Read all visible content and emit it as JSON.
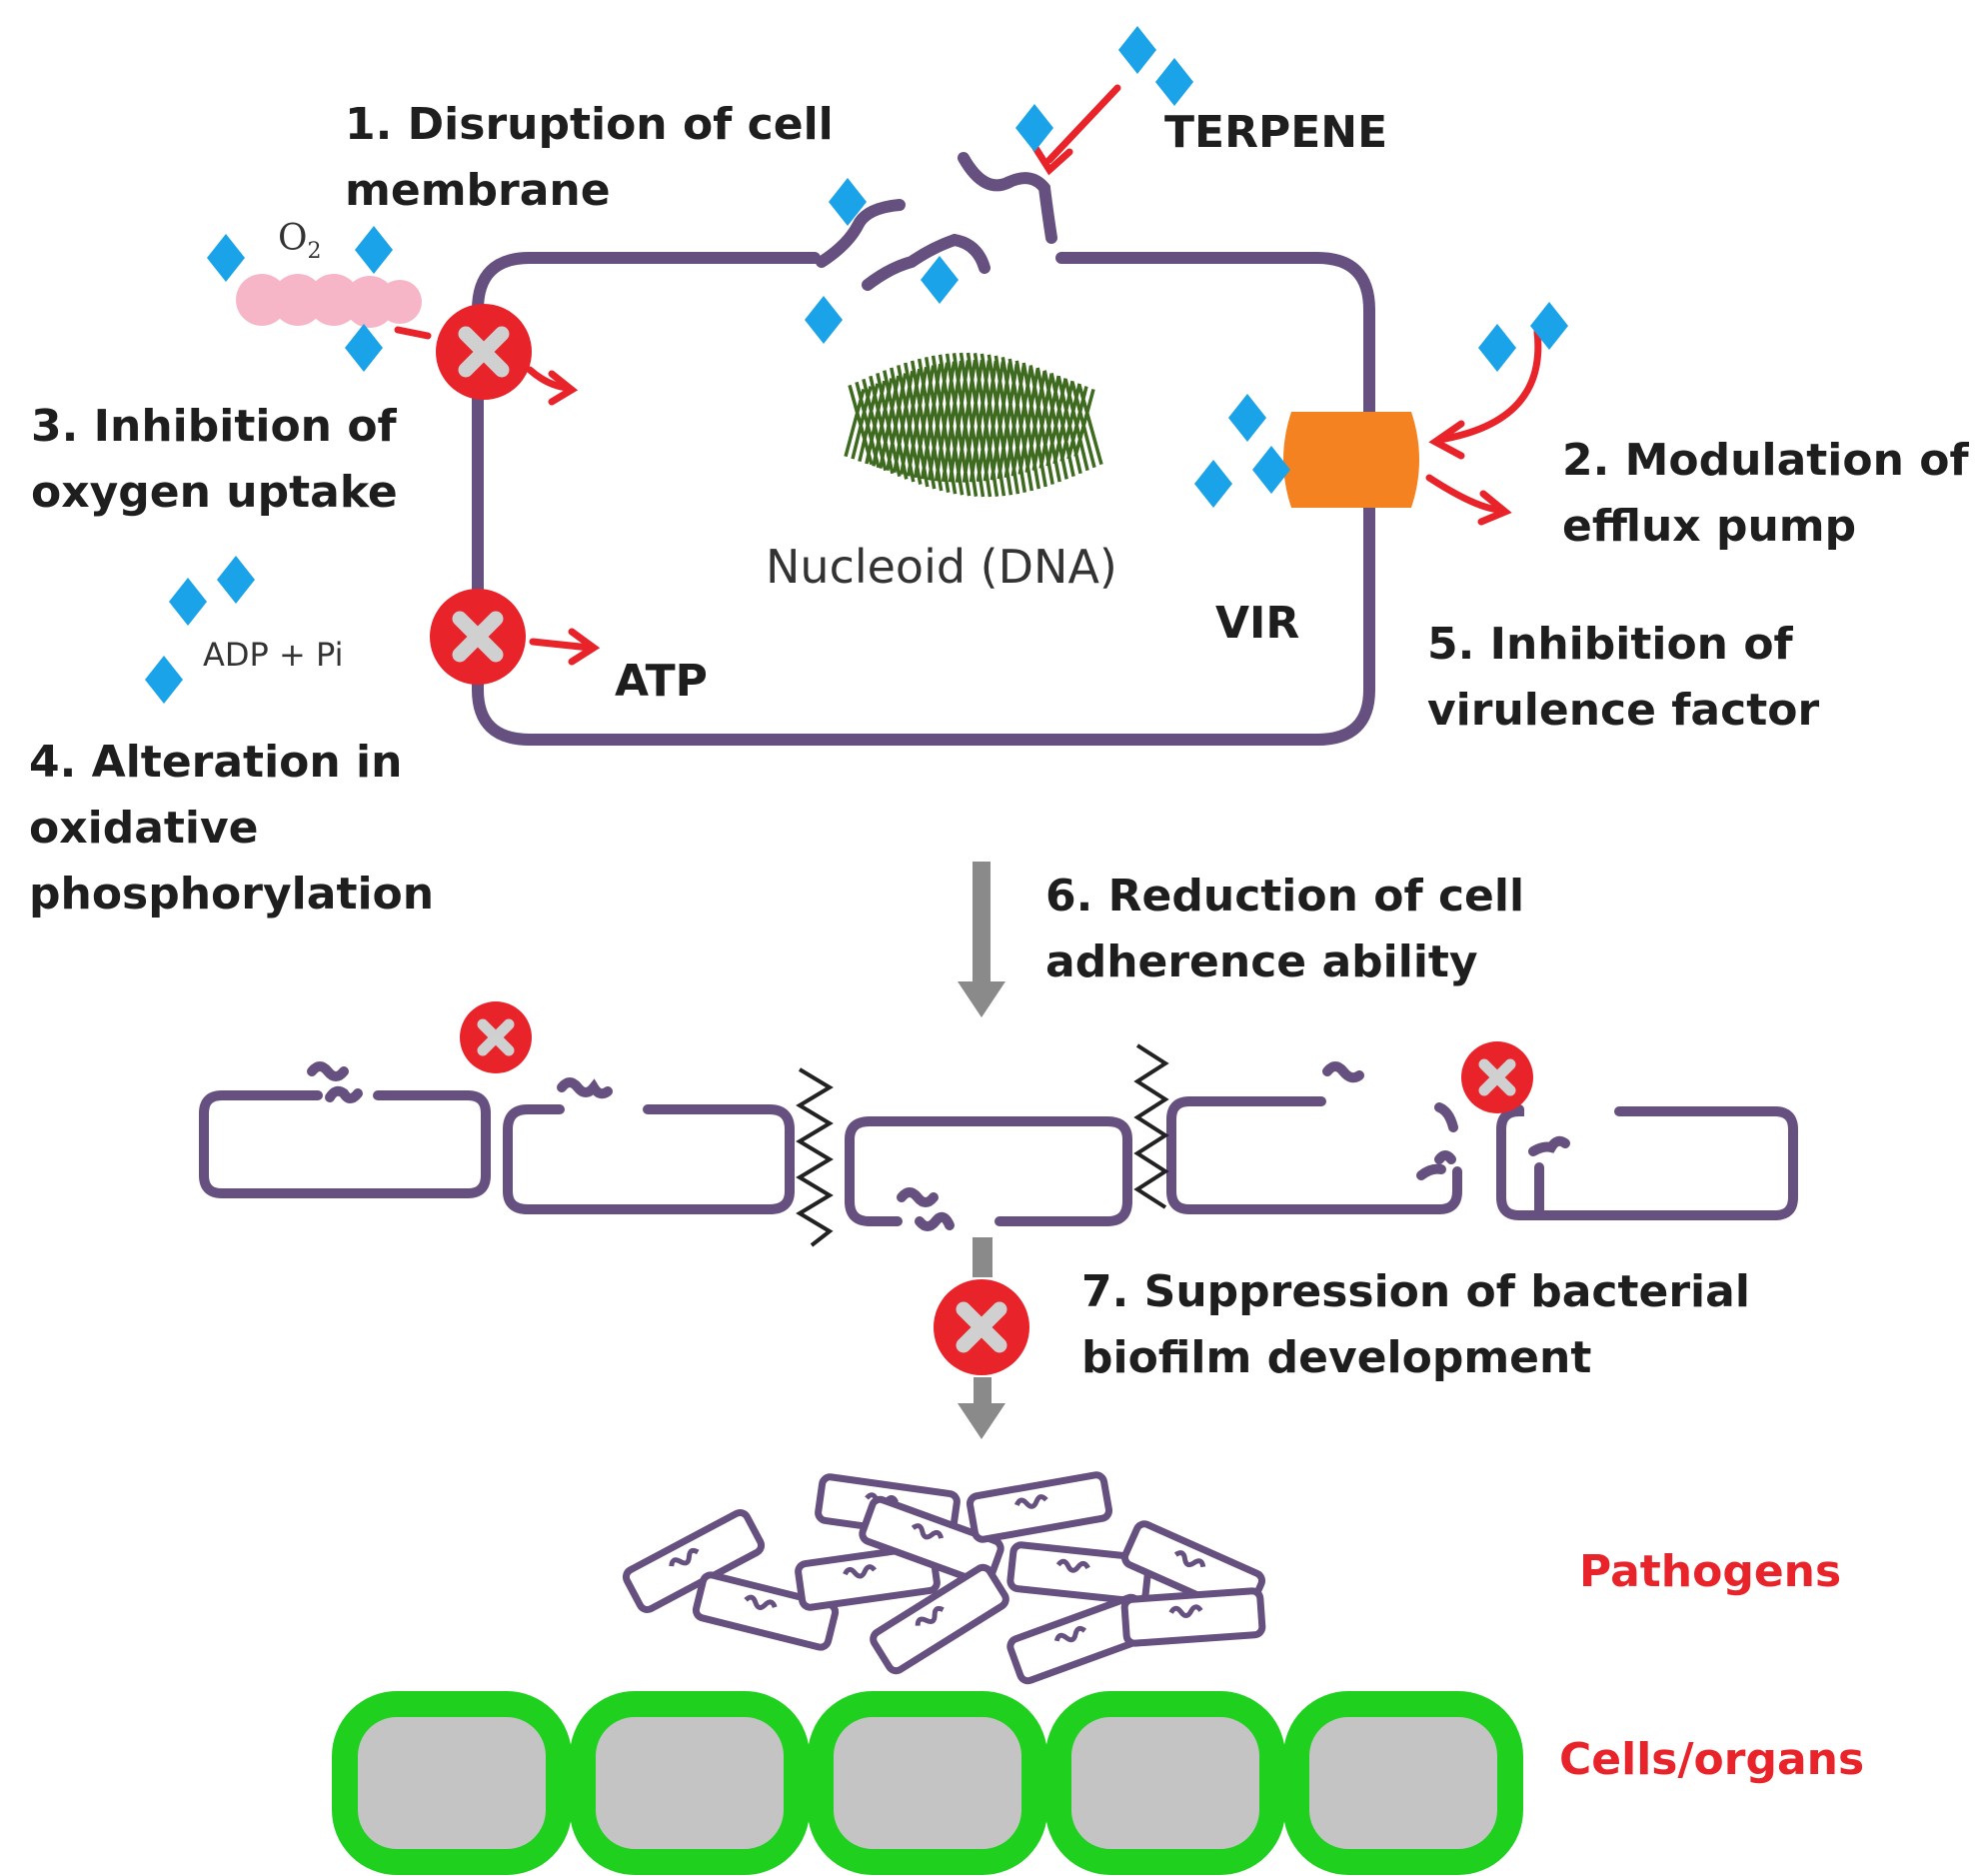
{
  "labels": {
    "terpene": "TERPENE",
    "step1": [
      "1. Disruption of cell",
      "membrane"
    ],
    "step2": [
      "2. Modulation of",
      "efflux pump"
    ],
    "step3": [
      "3. Inhibition of",
      "oxygen uptake"
    ],
    "step4": [
      "4. Alteration in",
      "oxidative",
      "phosphorylation"
    ],
    "step5": [
      "5. Inhibition of",
      "virulence factor"
    ],
    "step6": [
      "6. Reduction of cell",
      "adherence ability"
    ],
    "step7": [
      "7. Suppression of bacterial",
      "biofilm development"
    ],
    "nucleoid": "Nucleoid (DNA)",
    "vir": "VIR",
    "atp": "ATP",
    "adp": "ADP + Pi",
    "o2": "O",
    "o2_sub": "2",
    "pathogens": "Pathogens",
    "cells": "Cells/organs"
  },
  "colors": {
    "membrane": "#65507f",
    "terpene": "#1aa3e8",
    "inhibit_red": "#e8232a",
    "arrow_red": "#e8232a",
    "efflux_pump": "#f58220",
    "dna": "#3e6b1f",
    "o2_molecule": "#f7b6c8",
    "flow_arrow": "#8a8a8a",
    "host_border": "#1fd01f",
    "host_fill": "#c4c4c4",
    "label_red": "#e8232a"
  }
}
